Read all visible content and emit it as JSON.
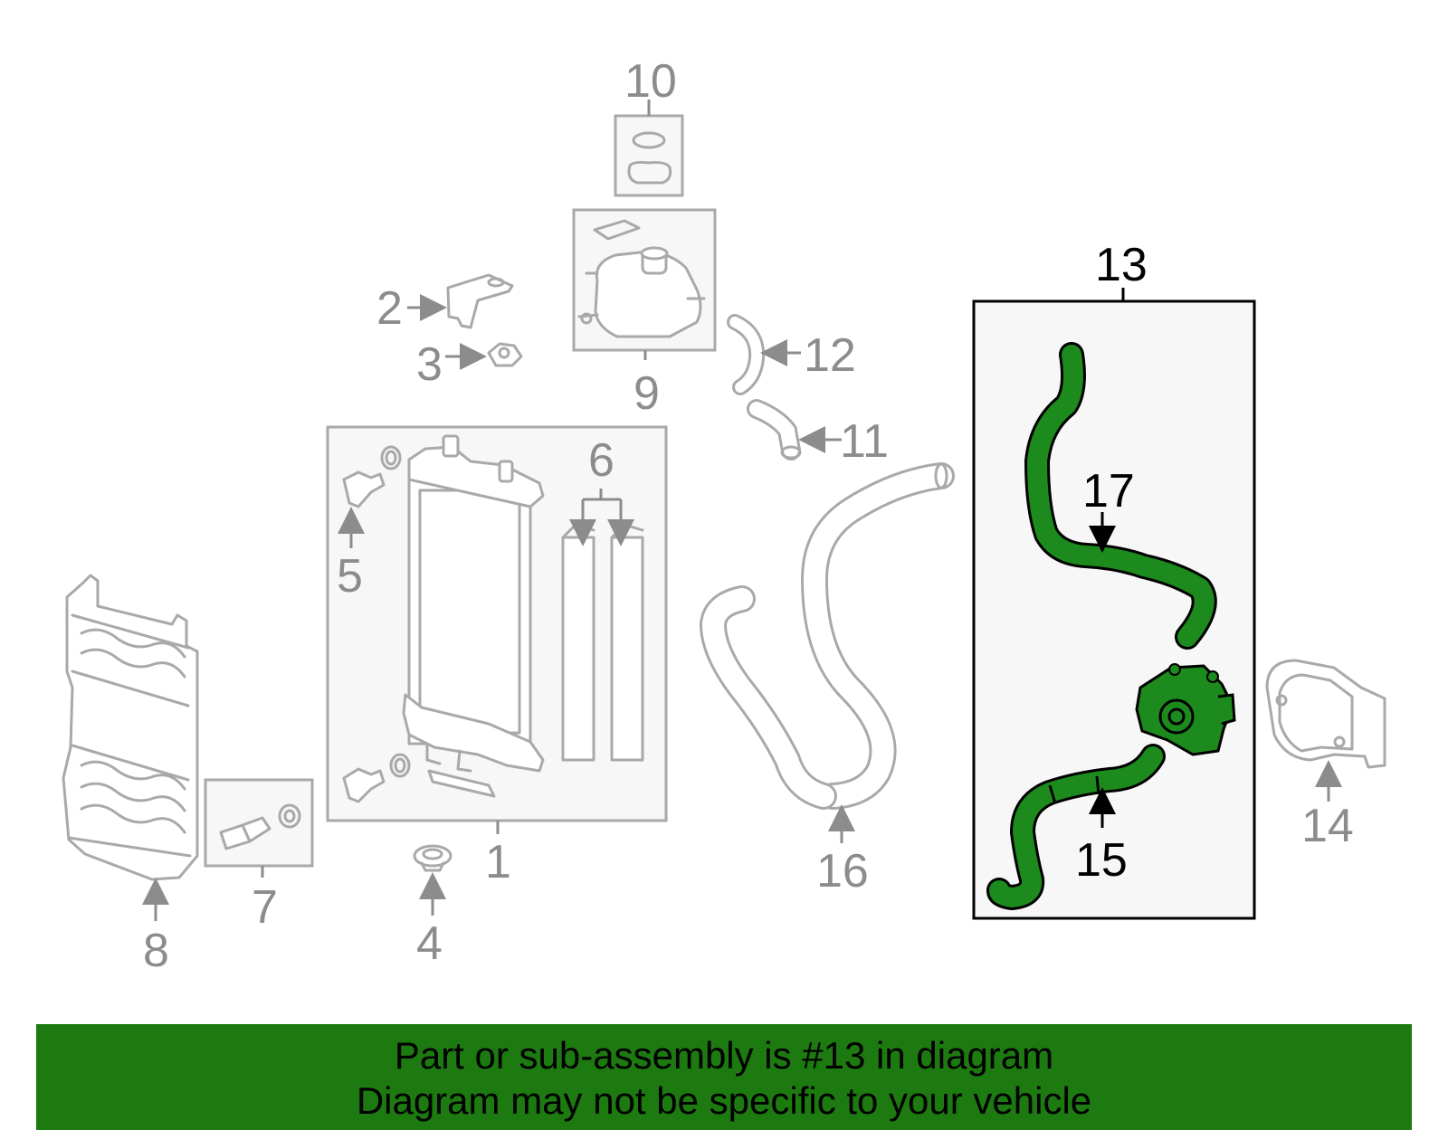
{
  "diagram": {
    "callouts": {
      "c1": "1",
      "c2": "2",
      "c3": "3",
      "c4": "4",
      "c5": "5",
      "c6": "6",
      "c7": "7",
      "c8": "8",
      "c9": "9",
      "c10": "10",
      "c11": "11",
      "c12": "12",
      "c13": "13",
      "c14": "14",
      "c15": "15",
      "c16": "16",
      "c17": "17"
    },
    "highlight_color": "#1d8a1d",
    "muted_color": "#a9a9a9"
  },
  "banner": {
    "line1": "Part or sub-assembly is #13 in diagram",
    "line2": "Diagram may not be specific to your vehicle",
    "color": "#1d7a10"
  }
}
